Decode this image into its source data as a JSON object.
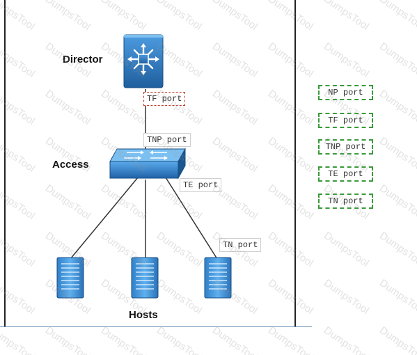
{
  "diagram": {
    "labels": {
      "director": "Director",
      "access": "Access",
      "hosts": "Hosts"
    },
    "ports_on_diagram": {
      "tf": "TF port",
      "tnp": "TNP port",
      "te": "TE port",
      "tn": "TN port"
    },
    "answer_options": [
      "NP port",
      "TF port",
      "TNP port",
      "TE port",
      "TN port"
    ],
    "watermark": "DumpsTool",
    "colors": {
      "device_blue": "#2f7fc9",
      "device_dark": "#1f5f9e",
      "link_line": "#333333",
      "option_border": "#3a9a3a",
      "selected_border": "#c0392b"
    },
    "icons": {
      "director": "director-switch-icon",
      "access": "access-switch-icon",
      "host": "server-host-icon"
    }
  }
}
